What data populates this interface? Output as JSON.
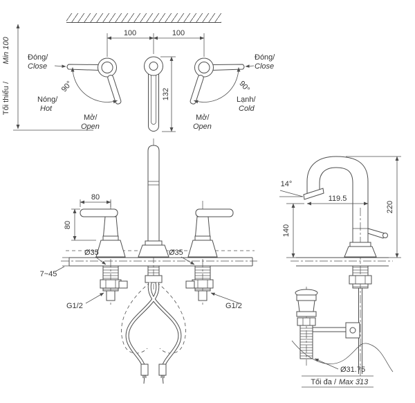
{
  "colors": {
    "line": "#4d4d4d",
    "text": "#333333",
    "background": "#ffffff"
  },
  "plan_view": {
    "wall_offset": {
      "label_vi": "Tối thiểu /",
      "label_en": "Min 100"
    },
    "spacing_left": "100",
    "spacing_right": "100",
    "spout_length": "132",
    "left_handle": {
      "closed_vi": "Đóng/",
      "closed_en": "Close",
      "temp_vi": "Nóng/",
      "temp_en": "Hot",
      "open_vi": "Mở/",
      "open_en": "Open",
      "sweep_angle": "90°"
    },
    "right_handle": {
      "closed_vi": "Đóng/",
      "closed_en": "Close",
      "temp_vi": "Lạnh/",
      "temp_en": "Cold",
      "open_vi": "Mở/",
      "open_en": "Open",
      "sweep_angle": "90°"
    }
  },
  "front_view": {
    "handle_length": "80",
    "handle_height": "80",
    "hole_dia_left": "Ø35",
    "hole_dia_right": "Ø35",
    "deck_thickness_range": "7~45",
    "thread_left": "G1/2",
    "thread_right": "G1/2"
  },
  "side_view": {
    "spout_angle": "14°",
    "spout_reach": "119.5",
    "spout_height": "140",
    "overall_height": "220",
    "drain_dia": "Ø31.75",
    "max_label_vi": "Tối đa /",
    "max_label_en": "Max 313"
  }
}
